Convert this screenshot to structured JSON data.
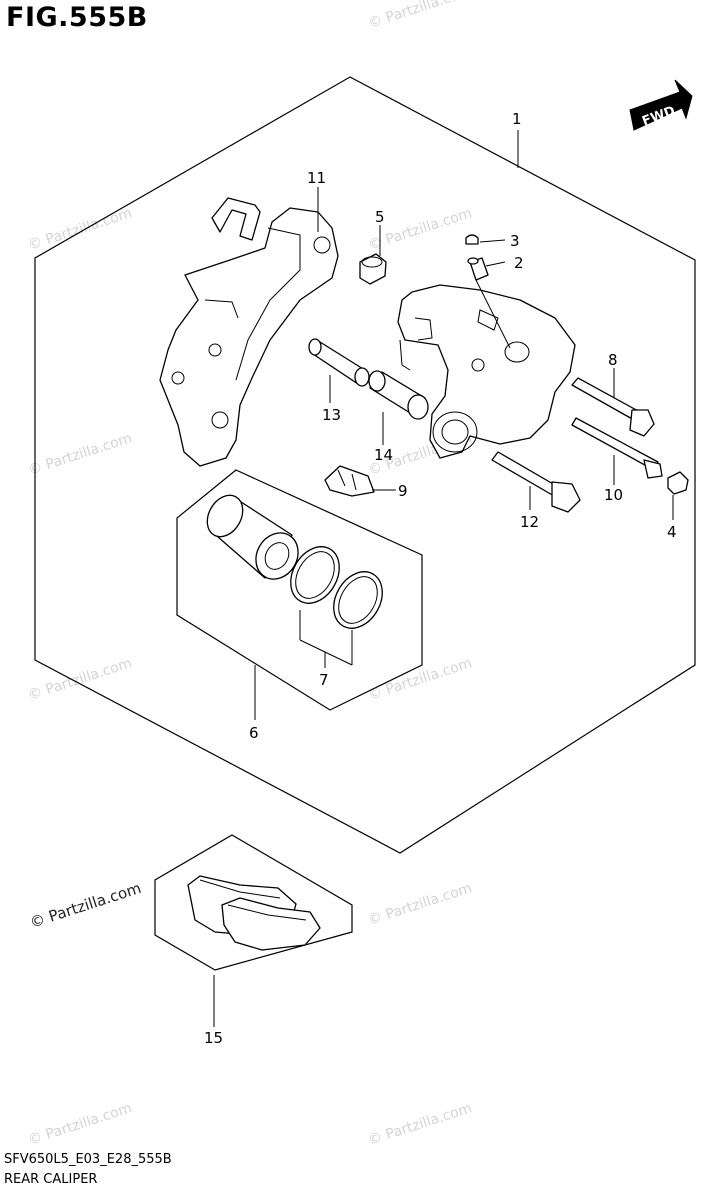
{
  "figure_title": "FIG.555B",
  "footer": {
    "model_code": "SFV650L5_E03_E28_555B",
    "caption": "REAR CALIPER"
  },
  "fwd_label": "FWD",
  "watermark": "© Partzilla.com",
  "parts": {
    "p1": "1",
    "p2": "2",
    "p3": "3",
    "p4": "4",
    "p5": "5",
    "p6": "6",
    "p7": "7",
    "p8": "8",
    "p9": "9",
    "p10": "10",
    "p11": "11",
    "p12": "12",
    "p13": "13",
    "p14": "14",
    "p15": "15"
  }
}
